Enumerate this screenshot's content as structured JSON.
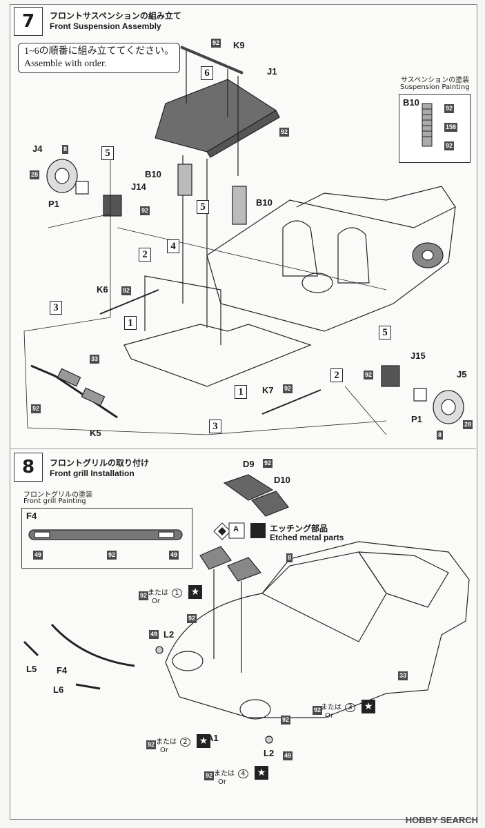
{
  "step7": {
    "number": "7",
    "title_jp": "フロントサスペンションの組み立て",
    "title_en": "Front Suspension Assembly",
    "note_jp": "1~6の順番に組み立ててください。",
    "note_en": "Assemble with order.",
    "painting_jp": "サスペンションの塗装",
    "painting_en": "Suspension Painting",
    "paint_part": "B10",
    "paint_codes": [
      "92",
      "158",
      "92"
    ],
    "parts": [
      "K9",
      "J1",
      "J4",
      "J14",
      "P1",
      "B10",
      "B10",
      "K6",
      "K5",
      "K7",
      "J15",
      "J5",
      "P1"
    ],
    "codes": [
      "92",
      "92",
      "8",
      "28",
      "92",
      "92",
      "33",
      "92",
      "92",
      "92",
      "8",
      "28"
    ],
    "order_numbers": [
      "6",
      "5",
      "5",
      "4",
      "2",
      "3",
      "1",
      "5",
      "2",
      "1",
      "3"
    ]
  },
  "step8": {
    "number": "8",
    "title_jp": "フロントグリルの取り付け",
    "title_en": "Front grill Installation",
    "painting_jp": "フロントグリルの塗装",
    "painting_en": "Front grill Painting",
    "paint_part": "F4",
    "paint_codes": [
      "49",
      "92",
      "49"
    ],
    "etched_jp": "エッチング部品",
    "etched_en": "Etched metal parts",
    "etched_letter": "A",
    "parts": [
      "D9",
      "D10",
      "L2",
      "L5",
      "F4",
      "L6",
      "A1",
      "L2"
    ],
    "codes": [
      "92",
      "92",
      "8",
      "92",
      "49",
      "92",
      "33",
      "92",
      "92",
      "92",
      "49"
    ],
    "or_jp": "または",
    "or_en": "Or",
    "or_refs": [
      "1",
      "2",
      "3",
      "4"
    ]
  },
  "footer": "HOBBY SEARCH"
}
